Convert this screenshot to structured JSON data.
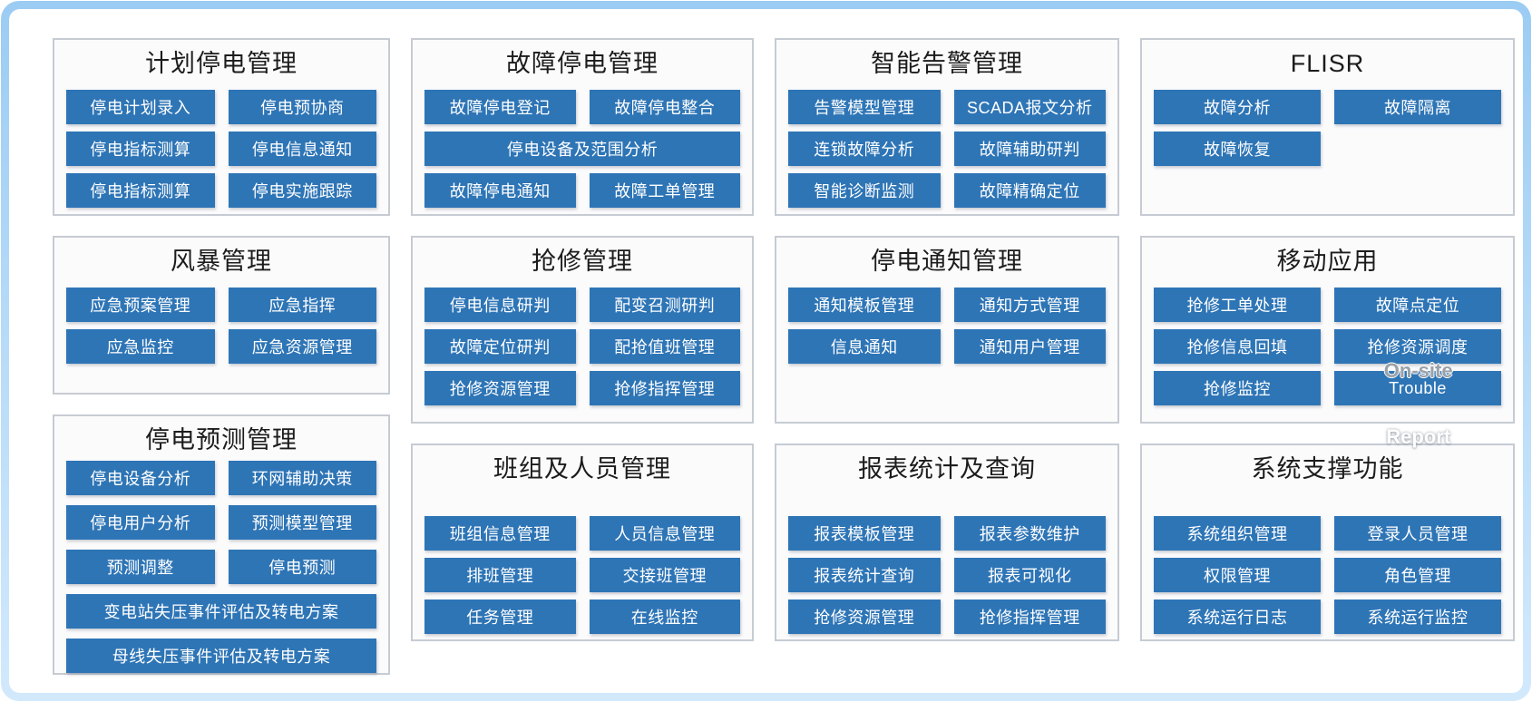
{
  "theme": {
    "frame_border_color": "#A9D5F8",
    "button_color": "#2E75B6",
    "button_text_color": "#FFFFFF",
    "panel_border_color": "#C6CBD3",
    "panel_background": "#FBFBFC",
    "title_color": "#1C1C1C"
  },
  "panels": [
    {
      "key": "planned-outage-mgmt",
      "title": "计划停电管理",
      "buttons": [
        {
          "label": "停电计划录入"
        },
        {
          "label": "停电预协商"
        },
        {
          "label": "停电指标测算"
        },
        {
          "label": "停电信息通知"
        },
        {
          "label": "停电指标测算"
        },
        {
          "label": "停电实施跟踪"
        }
      ]
    },
    {
      "key": "fault-outage-mgmt",
      "title": "故障停电管理",
      "buttons": [
        {
          "label": "故障停电登记"
        },
        {
          "label": "故障停电整合"
        },
        {
          "label": "停电设备及范围分析",
          "wide": true
        },
        {
          "label": "故障停电通知"
        },
        {
          "label": "故障工单管理"
        }
      ]
    },
    {
      "key": "smart-alarm-mgmt",
      "title": "智能告警管理",
      "buttons": [
        {
          "label": "告警模型管理"
        },
        {
          "label": "SCADA报文分析"
        },
        {
          "label": "连锁故障分析"
        },
        {
          "label": "故障辅助研判"
        },
        {
          "label": "智能诊断监测"
        },
        {
          "label": "故障精确定位"
        }
      ]
    },
    {
      "key": "flisr",
      "title": "FLISR",
      "buttons": [
        {
          "label": "故障分析"
        },
        {
          "label": "故障隔离"
        },
        {
          "label": "故障恢复"
        }
      ]
    },
    {
      "key": "storm-mgmt",
      "title": "风暴管理",
      "buttons": [
        {
          "label": "应急预案管理"
        },
        {
          "label": "应急指挥"
        },
        {
          "label": "应急监控"
        },
        {
          "label": "应急资源管理"
        }
      ]
    },
    {
      "key": "repair-mgmt",
      "title": "抢修管理",
      "buttons": [
        {
          "label": "停电信息研判"
        },
        {
          "label": "配变召测研判"
        },
        {
          "label": "故障定位研判"
        },
        {
          "label": "配抢值班管理"
        },
        {
          "label": "抢修资源管理"
        },
        {
          "label": "抢修指挥管理"
        }
      ]
    },
    {
      "key": "outage-notice-mgmt",
      "title": "停电通知管理",
      "buttons": [
        {
          "label": "通知模板管理"
        },
        {
          "label": "通知方式管理"
        },
        {
          "label": "信息通知"
        },
        {
          "label": "通知用户管理"
        }
      ]
    },
    {
      "key": "mobile-apps",
      "title": "移动应用",
      "buttons": [
        {
          "label": "抢修工单处理"
        },
        {
          "label": "故障点定位"
        },
        {
          "label": "抢修信息回填"
        },
        {
          "label": "抢修资源调度"
        },
        {
          "label": "抢修监控"
        },
        {
          "label": "Trouble"
        }
      ],
      "overlays": [
        {
          "key": "on-site",
          "text": "On-site"
        },
        {
          "key": "report",
          "text": "Report"
        }
      ]
    },
    {
      "key": "outage-forecast-mgmt",
      "title": "停电预测管理",
      "buttons": [
        {
          "label": "停电设备分析"
        },
        {
          "label": "环网辅助决策"
        },
        {
          "label": "停电用户分析"
        },
        {
          "label": "预测模型管理"
        },
        {
          "label": "预测调整"
        },
        {
          "label": "停电预测"
        },
        {
          "label": "变电站失压事件评估及转电方案",
          "wide": true
        },
        {
          "label": "母线失压事件评估及转电方案",
          "wide": true
        }
      ]
    },
    {
      "key": "team-personnel-mgmt",
      "title": "班组及人员管理",
      "buttons": [
        {
          "label": "班组信息管理"
        },
        {
          "label": "人员信息管理"
        },
        {
          "label": "排班管理"
        },
        {
          "label": "交接班管理"
        },
        {
          "label": "任务管理"
        },
        {
          "label": "在线监控"
        }
      ]
    },
    {
      "key": "report-stats-query",
      "title": "报表统计及查询",
      "buttons": [
        {
          "label": "报表模板管理"
        },
        {
          "label": "报表参数维护"
        },
        {
          "label": "报表统计查询"
        },
        {
          "label": "报表可视化"
        },
        {
          "label": "抢修资源管理"
        },
        {
          "label": "抢修指挥管理"
        }
      ]
    },
    {
      "key": "system-support",
      "title": "系统支撑功能",
      "buttons": [
        {
          "label": "系统组织管理"
        },
        {
          "label": "登录人员管理"
        },
        {
          "label": "权限管理"
        },
        {
          "label": "角色管理"
        },
        {
          "label": "系统运行日志"
        },
        {
          "label": "系统运行监控"
        }
      ]
    }
  ]
}
